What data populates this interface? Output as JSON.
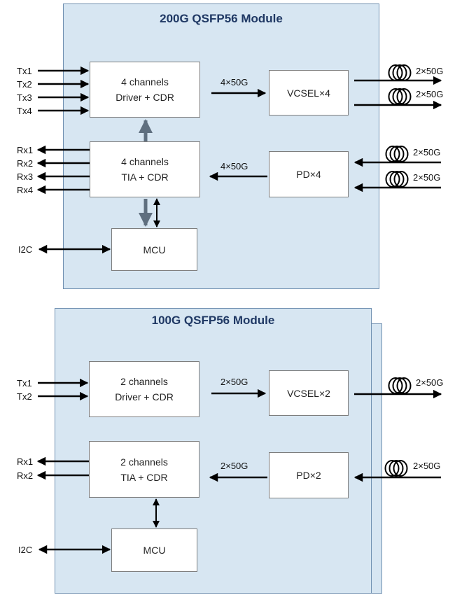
{
  "module200": {
    "title": "200G QSFP56 Module",
    "tx_labels": [
      "Tx1",
      "Tx2",
      "Tx3",
      "Tx4"
    ],
    "rx_labels": [
      "Rx1",
      "Rx2",
      "Rx3",
      "Rx4"
    ],
    "i2c_label": "I2C",
    "driver": {
      "line1": "4 channels",
      "line2": "Driver + CDR"
    },
    "tia": {
      "line1": "4 channels",
      "line2": "TIA  + CDR"
    },
    "mcu": "MCU",
    "vcsel": "VCSEL×4",
    "pd": "PD×4",
    "tx_link": "4×50G",
    "rx_link": "4×50G",
    "fiber_labels": [
      "2×50G",
      "2×50G",
      "2×50G",
      "2×50G"
    ]
  },
  "module100": {
    "title": "100G QSFP56 Module",
    "tx_labels": [
      "Tx1",
      "Tx2"
    ],
    "rx_labels": [
      "Rx1",
      "Rx2"
    ],
    "i2c_label": "I2C",
    "driver": {
      "line1": "2 channels",
      "line2": "Driver + CDR"
    },
    "tia": {
      "line1": "2 channels",
      "line2": "TIA + CDR"
    },
    "mcu": "MCU",
    "vcsel": "VCSEL×2",
    "pd": "PD×2",
    "tx_link": "2×50G",
    "rx_link": "2×50G",
    "fiber_labels": [
      "2×50G",
      "2×50G"
    ]
  }
}
